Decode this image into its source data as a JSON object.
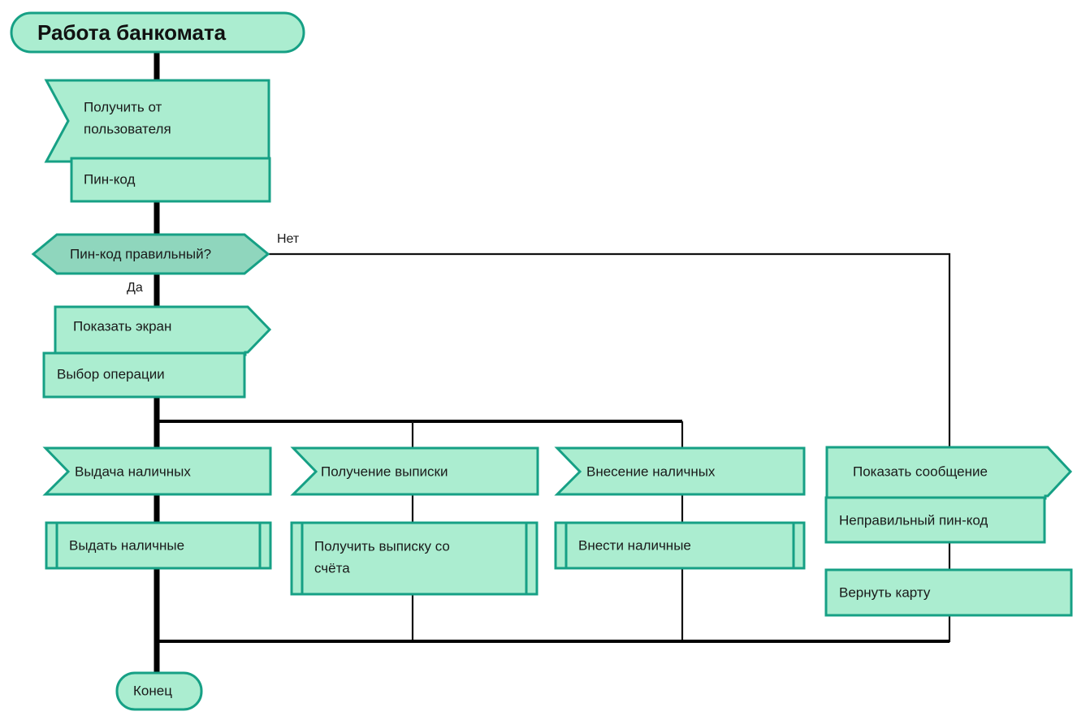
{
  "diagram": {
    "title": "Работа банкомата",
    "language": "ru",
    "colors": {
      "shape_fill": "#ABEDD0",
      "shape_fill_decision": "#8FD6BD",
      "shape_stroke": "#16A085",
      "connector": "#000000",
      "background": "#ffffff",
      "text": "#1a1a1a"
    }
  },
  "nodes": {
    "start": {
      "label": "Работа банкомата",
      "shape": "terminator"
    },
    "input_prompt": {
      "label": "Получить от пользователя",
      "line1": "Получить от",
      "line2": "пользователя",
      "shape": "input-flag"
    },
    "input_value": {
      "label": "Пин-код",
      "shape": "process"
    },
    "decision_pin": {
      "label": "Пин-код правильный?",
      "shape": "decision-hexagon"
    },
    "show_screen": {
      "label": "Показать экран",
      "shape": "output-flag"
    },
    "operation_choice": {
      "label": "Выбор операции",
      "shape": "process"
    },
    "branch1_header": {
      "label": "Выдача наличных",
      "shape": "input-flag"
    },
    "branch1_action": {
      "label": "Выдать наличные",
      "shape": "subroutine"
    },
    "branch2_header": {
      "label": "Получение выписки",
      "shape": "input-flag"
    },
    "branch2_action": {
      "label": "Получить выписку со счёта",
      "line1": "Получить выписку со",
      "line2": "счёта",
      "shape": "subroutine"
    },
    "branch3_header": {
      "label": "Внесение наличных",
      "shape": "input-flag"
    },
    "branch3_action": {
      "label": "Внести наличные",
      "shape": "subroutine"
    },
    "show_message": {
      "label": "Показать сообщение",
      "shape": "output-flag"
    },
    "message_text": {
      "label": "Неправильный пин-код",
      "shape": "process"
    },
    "return_card": {
      "label": "Вернуть карту",
      "shape": "process"
    },
    "end": {
      "label": "Конец",
      "shape": "terminator"
    }
  },
  "edge_labels": {
    "no": "Нет",
    "yes": "Да"
  }
}
